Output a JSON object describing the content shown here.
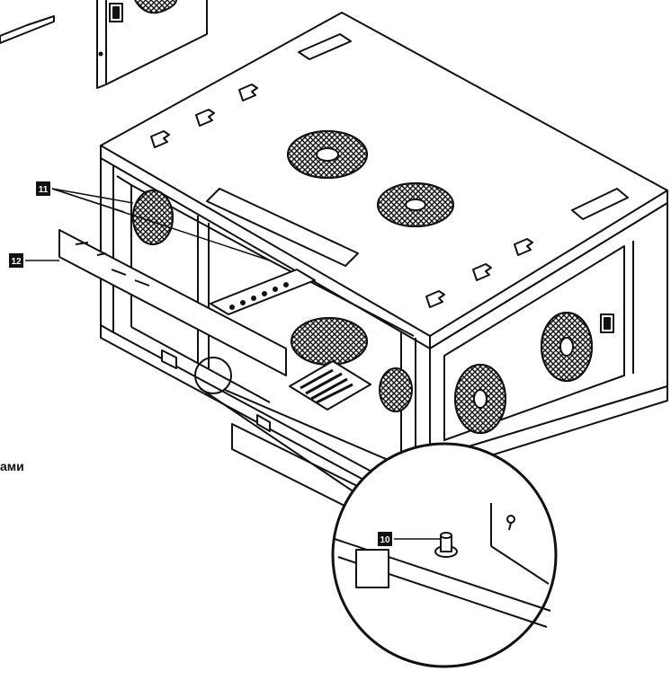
{
  "callouts": {
    "fan": "11",
    "rail": "12",
    "stud": "10"
  },
  "caption_fragment": "ами",
  "colors": {
    "line": "#111111",
    "paper": "#ffffff",
    "callout_bg": "#111111",
    "callout_fg": "#ffffff"
  },
  "icons": {
    "fan": "fan-grille-icon",
    "stud": "grounding-stud-icon"
  }
}
